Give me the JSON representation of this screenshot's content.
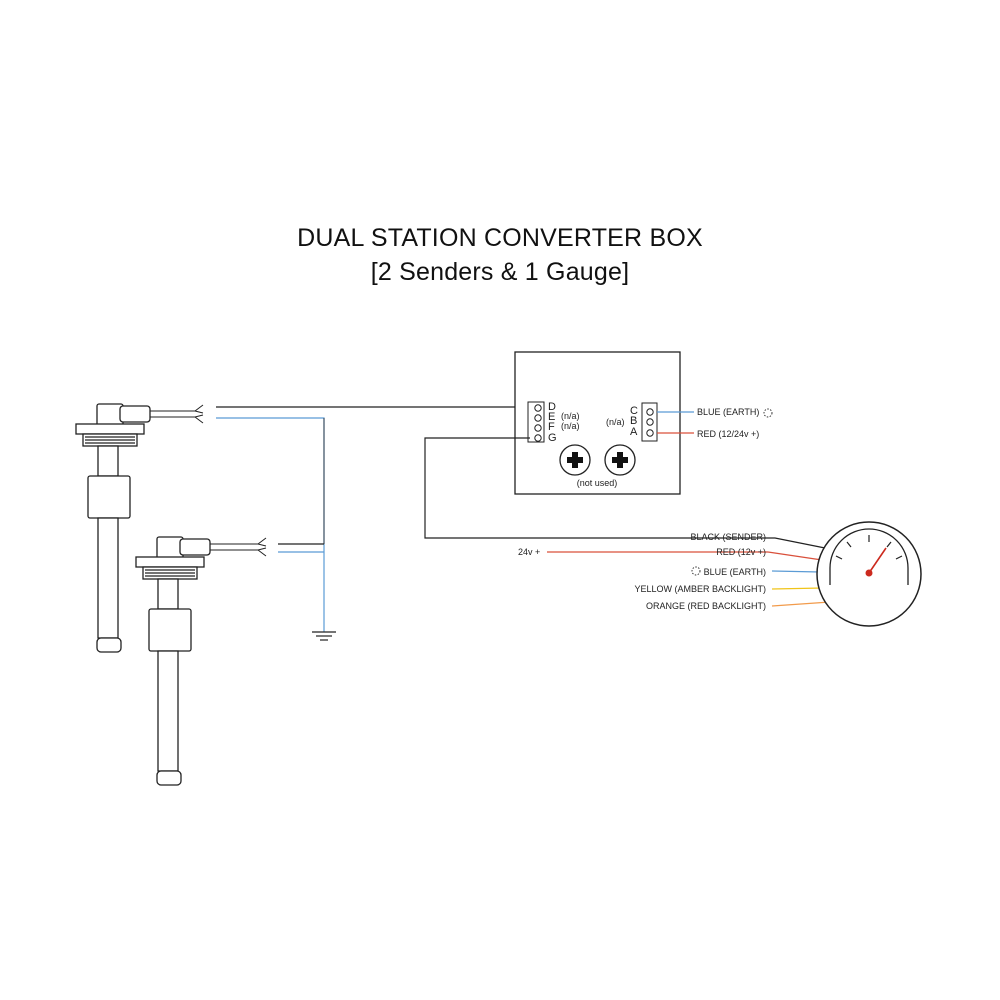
{
  "title": {
    "line1": "DUAL STATION CONVERTER BOX",
    "line2": "[2 Senders & 1 Gauge]"
  },
  "converter_box": {
    "left_terminal_pins": [
      "D",
      "E",
      "F",
      "G"
    ],
    "left_notes": [
      "(n/a)",
      "(n/a)"
    ],
    "right_terminal_pins": [
      "C",
      "B",
      "A"
    ],
    "right_note": "(n/a)",
    "screws_label": "(not used)"
  },
  "box_wires": [
    {
      "label": "BLUE (EARTH)",
      "color": "#5b9bd5"
    },
    {
      "label": "RED (12/24v +)",
      "color": "#d9503b"
    }
  ],
  "gauge_wires": [
    {
      "label": "BLACK (SENDER)",
      "color": "#222222"
    },
    {
      "label": "RED (12v +)",
      "color": "#d9503b"
    },
    {
      "label": "BLUE (EARTH)",
      "color": "#5b9bd5"
    },
    {
      "label": "YELLOW (AMBER BACKLIGHT)",
      "color": "#f0c419"
    },
    {
      "label": "ORANGE (RED BACKLIGHT)",
      "color": "#f29b4b"
    }
  ],
  "supply_label": "24v +",
  "colors": {
    "line": "#222222",
    "blue": "#5b9bd5",
    "red": "#d9503b",
    "needle": "#cc2a1e"
  }
}
